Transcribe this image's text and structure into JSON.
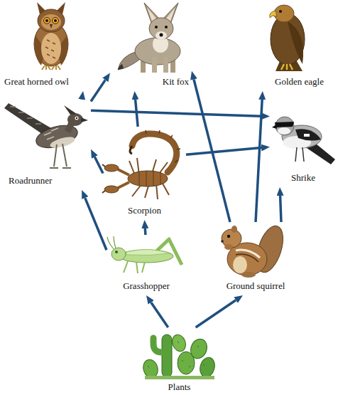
{
  "diagram": {
    "nodes": [
      {
        "text": [
          "Great horned owl"
        ]
      },
      {
        "text": [
          "Kit fox"
        ]
      },
      {
        "text": [
          "Golden eagle"
        ]
      },
      {
        "text": [
          "Roadrunner"
        ]
      },
      {
        "text": [
          "Shrike"
        ]
      },
      {
        "text": [
          "Scorpion"
        ]
      },
      {
        "text": [
          "Grasshopper"
        ]
      },
      {
        "text": [
          "Ground squirrel"
        ]
      },
      {
        "text": [
          "Plants"
        ]
      }
    ],
    "edges": [
      {
        "from": 8,
        "to": 6,
        "arrow": "to"
      },
      {
        "from": 8,
        "to": 7,
        "arrow": "to"
      },
      {
        "from": 6,
        "to": 5,
        "arrow": "to"
      },
      {
        "from": 6,
        "to": 3,
        "arrow": "to"
      },
      {
        "from": 5,
        "to": 3,
        "arrow": "to"
      },
      {
        "from": 5,
        "to": 1,
        "arrow": "to"
      },
      {
        "from": 5,
        "to": 4,
        "arrow": "to"
      },
      {
        "from": 3,
        "to": 0,
        "arrow": "to"
      },
      {
        "from": 3,
        "to": 4,
        "arrow": "to"
      },
      {
        "from": 3,
        "to": 1,
        "arrow": "to"
      },
      {
        "from": 7,
        "to": 1,
        "arrow": "to"
      },
      {
        "from": 7,
        "to": 2,
        "arrow": "to"
      },
      {
        "from": 7,
        "to": 4,
        "arrow": "to"
      }
    ]
  }
}
